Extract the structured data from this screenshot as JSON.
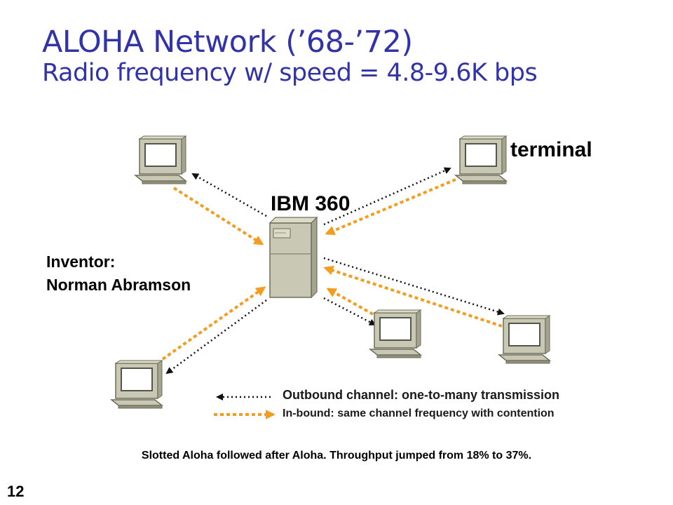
{
  "slide": {
    "title_line1": "ALOHA Network (’68-’72)",
    "title_line2": "Radio frequency w/ speed = 4.8-9.6K bps",
    "page_number": "12"
  },
  "labels": {
    "terminal": "terminal",
    "host": "IBM 360",
    "inventor_label": "Inventor:",
    "inventor_name": "Norman Abramson"
  },
  "legend": {
    "outbound": "Outbound channel: one-to-many transmission",
    "inbound": "In-bound: same channel frequency with contention"
  },
  "footer": "Slotted Aloha followed after Aloha.  Throughput jumped from 18% to 37%.",
  "colors": {
    "title": "#3333a8",
    "outbound_line": "#111111",
    "inbound_line": "#f39c1e",
    "device_body": "#c8c8b4",
    "device_shadow": "#6e6e5a"
  }
}
